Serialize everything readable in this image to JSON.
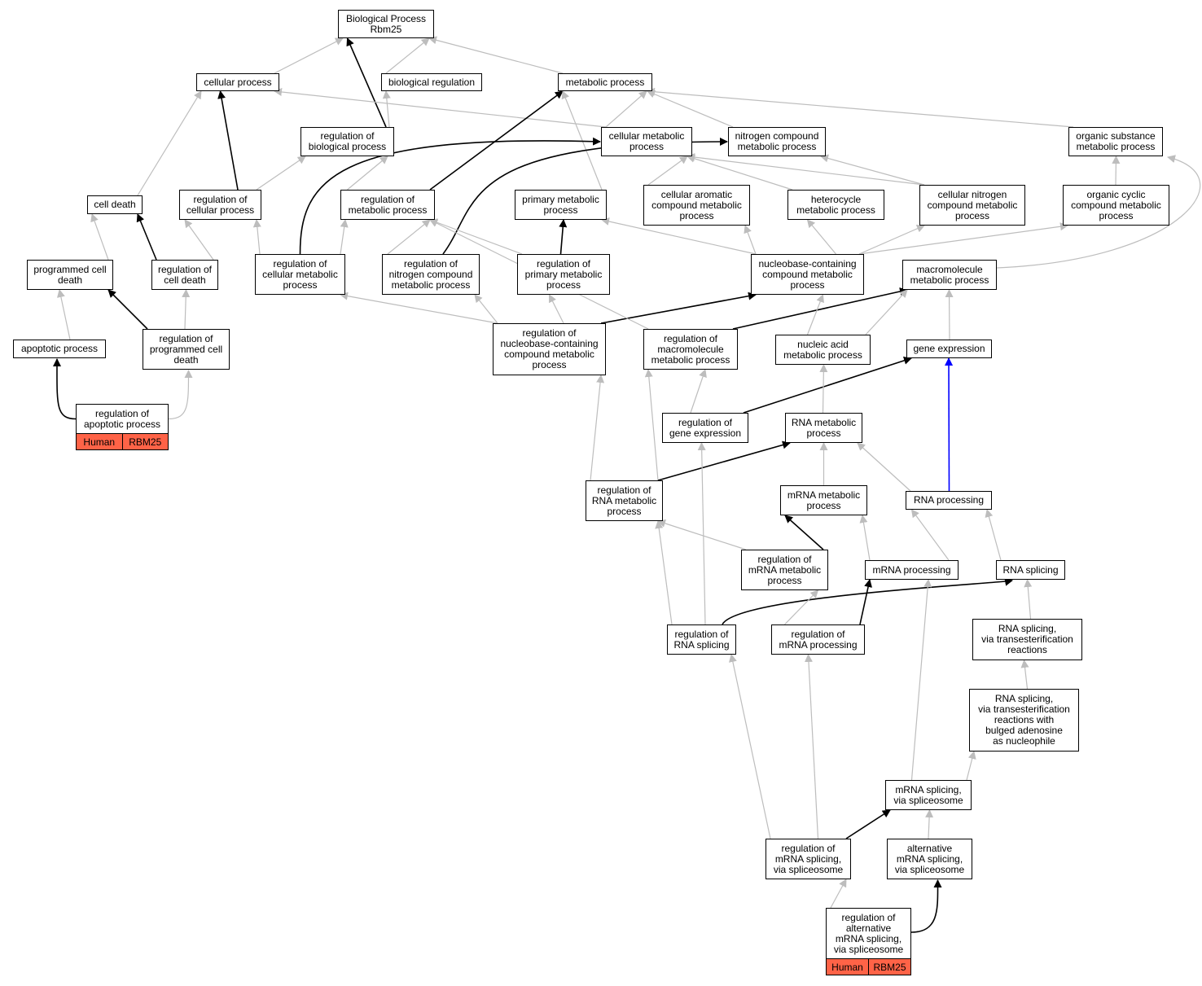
{
  "colors": {
    "edge_default": "#bdbdbd",
    "edge_strong": "#000000",
    "edge_regulates": "#0000ff",
    "annotation": "#ff6347"
  },
  "nodes": [
    {
      "id": "bp",
      "label": "Biological Process\nRbm25"
    },
    {
      "id": "cp",
      "label": "cellular process"
    },
    {
      "id": "breg",
      "label": "biological regulation"
    },
    {
      "id": "mp",
      "label": "metabolic process"
    },
    {
      "id": "rbp",
      "label": "regulation of\nbiological process"
    },
    {
      "id": "cmp",
      "label": "cellular metabolic\nprocess"
    },
    {
      "id": "ncmp",
      "label": "nitrogen compound\nmetabolic process"
    },
    {
      "id": "osmp",
      "label": "organic substance\nmetabolic process"
    },
    {
      "id": "cd",
      "label": "cell death"
    },
    {
      "id": "rcp",
      "label": "regulation of\ncellular process"
    },
    {
      "id": "rmp",
      "label": "regulation of\nmetabolic process"
    },
    {
      "id": "pmp",
      "label": "primary metabolic\nprocess"
    },
    {
      "id": "cacmp",
      "label": "cellular aromatic\ncompound metabolic\nprocess"
    },
    {
      "id": "hmp",
      "label": "heterocycle\nmetabolic process"
    },
    {
      "id": "cncmp",
      "label": "cellular nitrogen\ncompound metabolic\nprocess"
    },
    {
      "id": "occmp",
      "label": "organic cyclic\ncompound metabolic\nprocess"
    },
    {
      "id": "pcd",
      "label": "programmed cell\ndeath"
    },
    {
      "id": "rcd",
      "label": "regulation of\ncell death"
    },
    {
      "id": "rcmp",
      "label": "regulation of\ncellular metabolic\nprocess"
    },
    {
      "id": "rncmp",
      "label": "regulation of\nnitrogen compound\nmetabolic process"
    },
    {
      "id": "rpmp",
      "label": "regulation of\nprimary metabolic\nprocess"
    },
    {
      "id": "nbcmp",
      "label": "nucleobase-containing\ncompound metabolic\nprocess"
    },
    {
      "id": "mmp",
      "label": "macromolecule\nmetabolic process"
    },
    {
      "id": "ap",
      "label": "apoptotic process"
    },
    {
      "id": "rpcd",
      "label": "regulation of\nprogrammed cell\ndeath"
    },
    {
      "id": "rnbcmp",
      "label": "regulation of\nnucleobase-containing\ncompound metabolic\nprocess"
    },
    {
      "id": "rmmp",
      "label": "regulation of\nmacromolecule\nmetabolic process"
    },
    {
      "id": "namp",
      "label": "nucleic acid\nmetabolic process"
    },
    {
      "id": "ge",
      "label": "gene expression"
    },
    {
      "id": "rap",
      "label": "regulation of\napoptotic process"
    },
    {
      "id": "rge",
      "label": "regulation of\ngene expression"
    },
    {
      "id": "rnamp",
      "label": "RNA metabolic\nprocess"
    },
    {
      "id": "rrnamp",
      "label": "regulation of\nRNA metabolic\nprocess"
    },
    {
      "id": "mrnamp",
      "label": "mRNA metabolic\nprocess"
    },
    {
      "id": "rnap",
      "label": "RNA processing"
    },
    {
      "id": "rmrnamp",
      "label": "regulation of\nmRNA metabolic\nprocess"
    },
    {
      "id": "mrnap",
      "label": "mRNA processing"
    },
    {
      "id": "rnas",
      "label": "RNA splicing"
    },
    {
      "id": "rrnas",
      "label": "regulation of\nRNA splicing"
    },
    {
      "id": "rmrnap",
      "label": "regulation of\nmRNA processing"
    },
    {
      "id": "rnast",
      "label": "RNA splicing,\nvia transesterification\nreactions"
    },
    {
      "id": "rnastb",
      "label": "RNA splicing,\nvia transesterification\nreactions with\nbulged adenosine\nas nucleophile"
    },
    {
      "id": "mrnass",
      "label": "mRNA splicing,\nvia spliceosome"
    },
    {
      "id": "rmrnass",
      "label": "regulation of\nmRNA splicing,\nvia spliceosome"
    },
    {
      "id": "amrnass",
      "label": "alternative\nmRNA splicing,\nvia spliceosome"
    },
    {
      "id": "ramrnass",
      "label": "regulation of\nalternative\nmRNA splicing,\nvia spliceosome"
    }
  ],
  "annotations": [
    {
      "node": "rap",
      "cells": [
        "Human",
        "RBM25"
      ]
    },
    {
      "node": "ramrnass",
      "cells": [
        "Human",
        "RBM25"
      ]
    }
  ],
  "edges": [
    {
      "from": "cp",
      "to": "bp",
      "color": "gray"
    },
    {
      "from": "breg",
      "to": "bp",
      "color": "gray"
    },
    {
      "from": "mp",
      "to": "bp",
      "color": "gray"
    },
    {
      "from": "rbp",
      "to": "bp",
      "color": "black"
    },
    {
      "from": "rbp",
      "to": "breg",
      "color": "gray"
    },
    {
      "from": "cmp",
      "to": "cp",
      "color": "gray"
    },
    {
      "from": "cmp",
      "to": "mp",
      "color": "gray"
    },
    {
      "from": "ncmp",
      "to": "mp",
      "color": "gray"
    },
    {
      "from": "osmp",
      "to": "mp",
      "color": "gray"
    },
    {
      "from": "cd",
      "to": "cp",
      "color": "gray"
    },
    {
      "from": "rcp",
      "to": "cp",
      "color": "black"
    },
    {
      "from": "rcp",
      "to": "rbp",
      "color": "gray"
    },
    {
      "from": "rmp",
      "to": "rbp",
      "color": "gray"
    },
    {
      "from": "rmp",
      "to": "mp",
      "color": "black"
    },
    {
      "from": "pmp",
      "to": "mp",
      "color": "gray"
    },
    {
      "from": "cacmp",
      "to": "cmp",
      "color": "gray"
    },
    {
      "from": "hmp",
      "to": "cmp",
      "color": "gray"
    },
    {
      "from": "cncmp",
      "to": "cmp",
      "color": "gray"
    },
    {
      "from": "cncmp",
      "to": "ncmp",
      "color": "gray"
    },
    {
      "from": "occmp",
      "to": "osmp",
      "color": "gray"
    },
    {
      "from": "pcd",
      "to": "cd",
      "color": "gray"
    },
    {
      "from": "rcd",
      "to": "cd",
      "color": "black"
    },
    {
      "from": "rcd",
      "to": "rcp",
      "color": "gray"
    },
    {
      "from": "rcmp",
      "to": "rcp",
      "color": "gray"
    },
    {
      "from": "rcmp",
      "to": "rmp",
      "color": "gray"
    },
    {
      "from": "rcmp",
      "to": "cmp",
      "color": "black"
    },
    {
      "from": "rncmp",
      "to": "rmp",
      "color": "gray"
    },
    {
      "from": "rncmp",
      "to": "ncmp",
      "color": "black"
    },
    {
      "from": "rpmp",
      "to": "rmp",
      "color": "gray"
    },
    {
      "from": "rpmp",
      "to": "pmp",
      "color": "black"
    },
    {
      "from": "nbcmp",
      "to": "pmp",
      "color": "gray"
    },
    {
      "from": "nbcmp",
      "to": "cacmp",
      "color": "gray"
    },
    {
      "from": "nbcmp",
      "to": "hmp",
      "color": "gray"
    },
    {
      "from": "nbcmp",
      "to": "cncmp",
      "color": "gray"
    },
    {
      "from": "nbcmp",
      "to": "occmp",
      "color": "gray"
    },
    {
      "from": "mmp",
      "to": "osmp",
      "color": "gray"
    },
    {
      "from": "ap",
      "to": "pcd",
      "color": "gray"
    },
    {
      "from": "rpcd",
      "to": "pcd",
      "color": "black"
    },
    {
      "from": "rpcd",
      "to": "rcd",
      "color": "gray"
    },
    {
      "from": "rnbcmp",
      "to": "rcmp",
      "color": "gray"
    },
    {
      "from": "rnbcmp",
      "to": "rncmp",
      "color": "gray"
    },
    {
      "from": "rnbcmp",
      "to": "rpmp",
      "color": "gray"
    },
    {
      "from": "rnbcmp",
      "to": "nbcmp",
      "color": "black"
    },
    {
      "from": "rmmp",
      "to": "rmp",
      "color": "gray"
    },
    {
      "from": "rmmp",
      "to": "mmp",
      "color": "black"
    },
    {
      "from": "namp",
      "to": "nbcmp",
      "color": "gray"
    },
    {
      "from": "namp",
      "to": "mmp",
      "color": "gray"
    },
    {
      "from": "ge",
      "to": "mmp",
      "color": "gray"
    },
    {
      "from": "rap",
      "to": "ap",
      "color": "black"
    },
    {
      "from": "rap",
      "to": "rpcd",
      "color": "gray"
    },
    {
      "from": "rge",
      "to": "rmmp",
      "color": "gray"
    },
    {
      "from": "rge",
      "to": "ge",
      "color": "black"
    },
    {
      "from": "rnamp",
      "to": "namp",
      "color": "gray"
    },
    {
      "from": "rrnamp",
      "to": "rnbcmp",
      "color": "gray"
    },
    {
      "from": "rrnamp",
      "to": "rmmp",
      "color": "gray"
    },
    {
      "from": "rrnamp",
      "to": "rnamp",
      "color": "black"
    },
    {
      "from": "mrnamp",
      "to": "rnamp",
      "color": "gray"
    },
    {
      "from": "rnap",
      "to": "rnamp",
      "color": "gray"
    },
    {
      "from": "rnap",
      "to": "ge",
      "color": "blue"
    },
    {
      "from": "rmrnamp",
      "to": "rrnamp",
      "color": "gray"
    },
    {
      "from": "rmrnamp",
      "to": "mrnamp",
      "color": "black"
    },
    {
      "from": "mrnap",
      "to": "mrnamp",
      "color": "gray"
    },
    {
      "from": "mrnap",
      "to": "rnap",
      "color": "gray"
    },
    {
      "from": "rnas",
      "to": "rnap",
      "color": "gray"
    },
    {
      "from": "rrnas",
      "to": "rrnamp",
      "color": "gray"
    },
    {
      "from": "rrnas",
      "to": "rge",
      "color": "gray"
    },
    {
      "from": "rrnas",
      "to": "rnas",
      "color": "black"
    },
    {
      "from": "rmrnap",
      "to": "rmrnamp",
      "color": "gray"
    },
    {
      "from": "rmrnap",
      "to": "mrnap",
      "color": "black"
    },
    {
      "from": "rnast",
      "to": "rnas",
      "color": "gray"
    },
    {
      "from": "rnastb",
      "to": "rnast",
      "color": "gray"
    },
    {
      "from": "mrnass",
      "to": "rnastb",
      "color": "gray"
    },
    {
      "from": "mrnass",
      "to": "mrnap",
      "color": "gray"
    },
    {
      "from": "rmrnass",
      "to": "rrnas",
      "color": "gray"
    },
    {
      "from": "rmrnass",
      "to": "rmrnap",
      "color": "gray"
    },
    {
      "from": "rmrnass",
      "to": "mrnass",
      "color": "black"
    },
    {
      "from": "amrnass",
      "to": "mrnass",
      "color": "gray"
    },
    {
      "from": "ramrnass",
      "to": "rmrnass",
      "color": "gray"
    },
    {
      "from": "ramrnass",
      "to": "amrnass",
      "color": "black"
    }
  ]
}
